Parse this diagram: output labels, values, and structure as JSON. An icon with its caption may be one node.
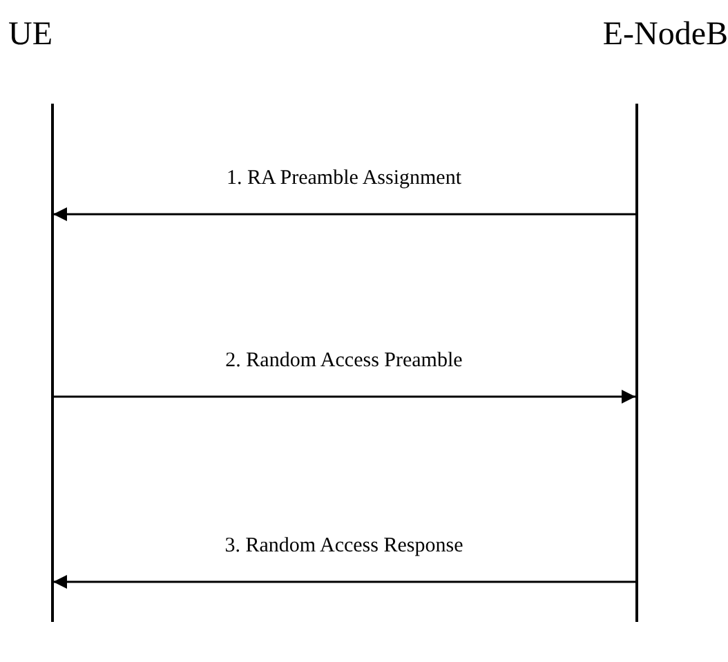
{
  "diagram": {
    "nodes": [
      {
        "text": [
          "UE"
        ]
      },
      {
        "text": [
          "E-NodeB"
        ]
      },
      {
        "text": [],
        "shape": "line"
      },
      {
        "text": [],
        "shape": "line"
      }
    ],
    "edges": [
      {
        "from": 3,
        "to": 2,
        "arrow": "to",
        "label": "1. RA Preamble Assignment"
      },
      {
        "from": 2,
        "to": 3,
        "arrow": "to",
        "label": "2. Random Access Preamble"
      },
      {
        "from": 3,
        "to": 2,
        "arrow": "to",
        "label": "3. Random Access Response"
      }
    ]
  }
}
